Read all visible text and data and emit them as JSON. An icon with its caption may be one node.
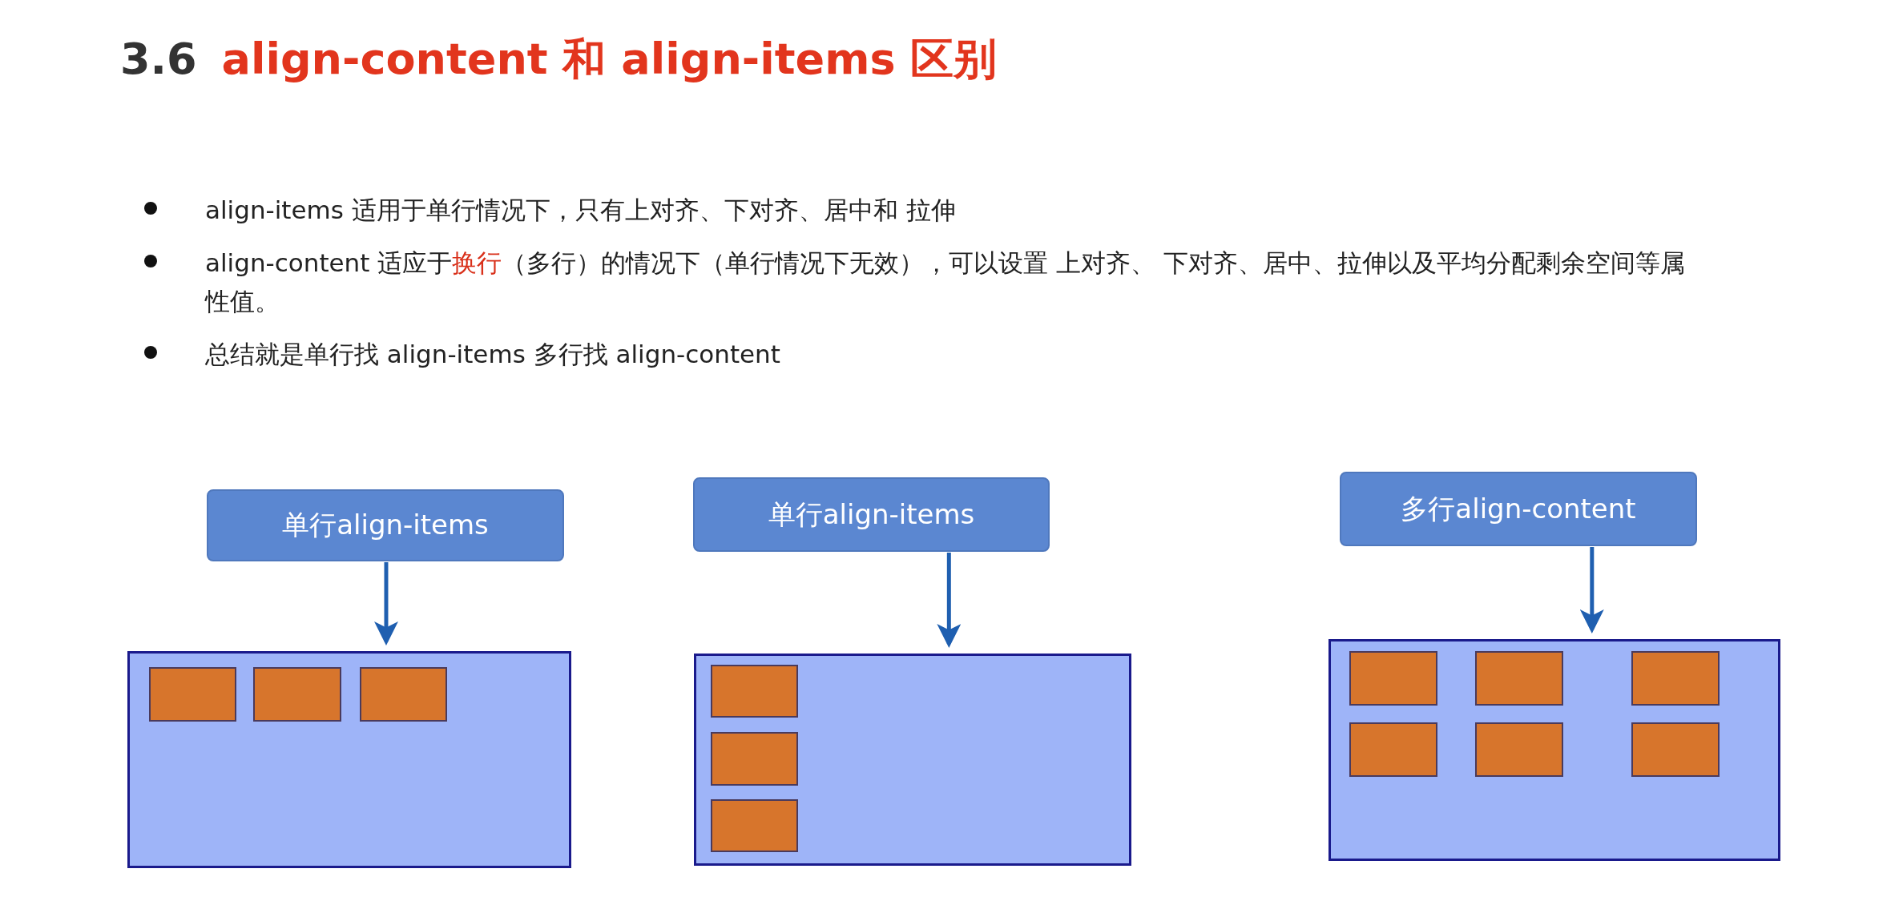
{
  "diagram": {
    "title": "**3.6** align-content 和 align-items 区别",
    "nodes": [
      {
        "text": [
          "单行align-items"
        ]
      },
      {
        "text": [],
        "shape": "box"
      },
      {
        "text": [],
        "shape": "box",
        "in": 1
      },
      {
        "text": [],
        "shape": "box",
        "in": 1
      },
      {
        "text": [],
        "shape": "box",
        "in": 1
      },
      {
        "text": [
          "单行align-items"
        ]
      },
      {
        "text": [],
        "shape": "box"
      },
      {
        "text": [],
        "shape": "box",
        "in": 6
      },
      {
        "text": [],
        "shape": "box",
        "in": 6
      },
      {
        "text": [],
        "shape": "box",
        "in": 6
      },
      {
        "text": [
          "多行align-content"
        ]
      },
      {
        "text": [],
        "shape": "box"
      },
      {
        "text": [],
        "shape": "box",
        "in": 11
      },
      {
        "text": [],
        "shape": "box",
        "in": 11
      },
      {
        "text": [],
        "shape": "box",
        "in": 11
      },
      {
        "text": [],
        "shape": "box",
        "in": 11
      },
      {
        "text": [],
        "shape": "box",
        "in": 11
      },
      {
        "text": [],
        "shape": "box",
        "in": 11
      }
    ],
    "edges": [
      {
        "from": 0,
        "to": 1,
        "arrow": "to"
      },
      {
        "from": 5,
        "to": 6,
        "arrow": "to"
      },
      {
        "from": 10,
        "to": 11,
        "arrow": "to"
      }
    ],
    "labels": [
      "align-items 适用于单行情况下，只有上对齐、下对齐、居中和 拉伸",
      "align-content 适应于**换行**（多行）的情况下（单行情况下无效），可以设置 上对齐、 下对齐、居中、拉伸以及平均分配剩余空间等属性值。",
      "总结就是单行找 align-items  多行找 align-content"
    ]
  }
}
